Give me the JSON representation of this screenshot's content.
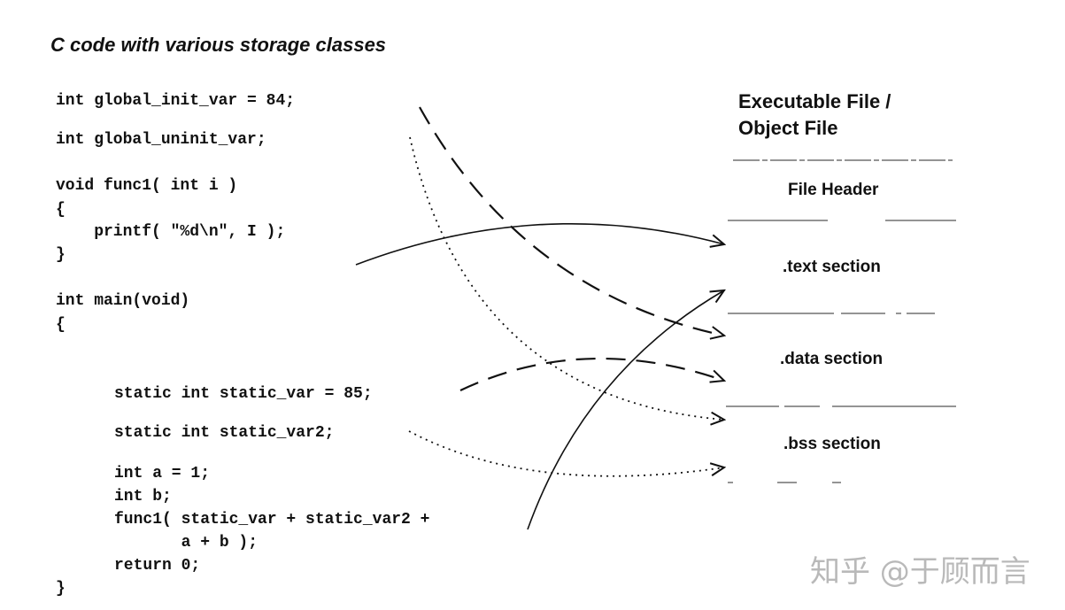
{
  "title": "C code with various storage classes",
  "code_lines": [
    "int global_init_var = 84;",
    "int global_uninit_var;",
    "void func1( int i )",
    "{",
    "    printf( \"%d\\n\", I );",
    "}",
    "int main(void)",
    "{",
    "static int static_var = 85;",
    "static int static_var2;",
    "int a = 1;",
    "int b;",
    "func1( static_var + static_var2 +",
    "       a + b );",
    "return 0;",
    "}"
  ],
  "file": {
    "title_line1": "Executable File /",
    "title_line2": "Object File",
    "sections": [
      "File Header",
      ".text section",
      ".data section",
      ".bss section"
    ]
  },
  "watermark": "知乎 @于顾而言"
}
